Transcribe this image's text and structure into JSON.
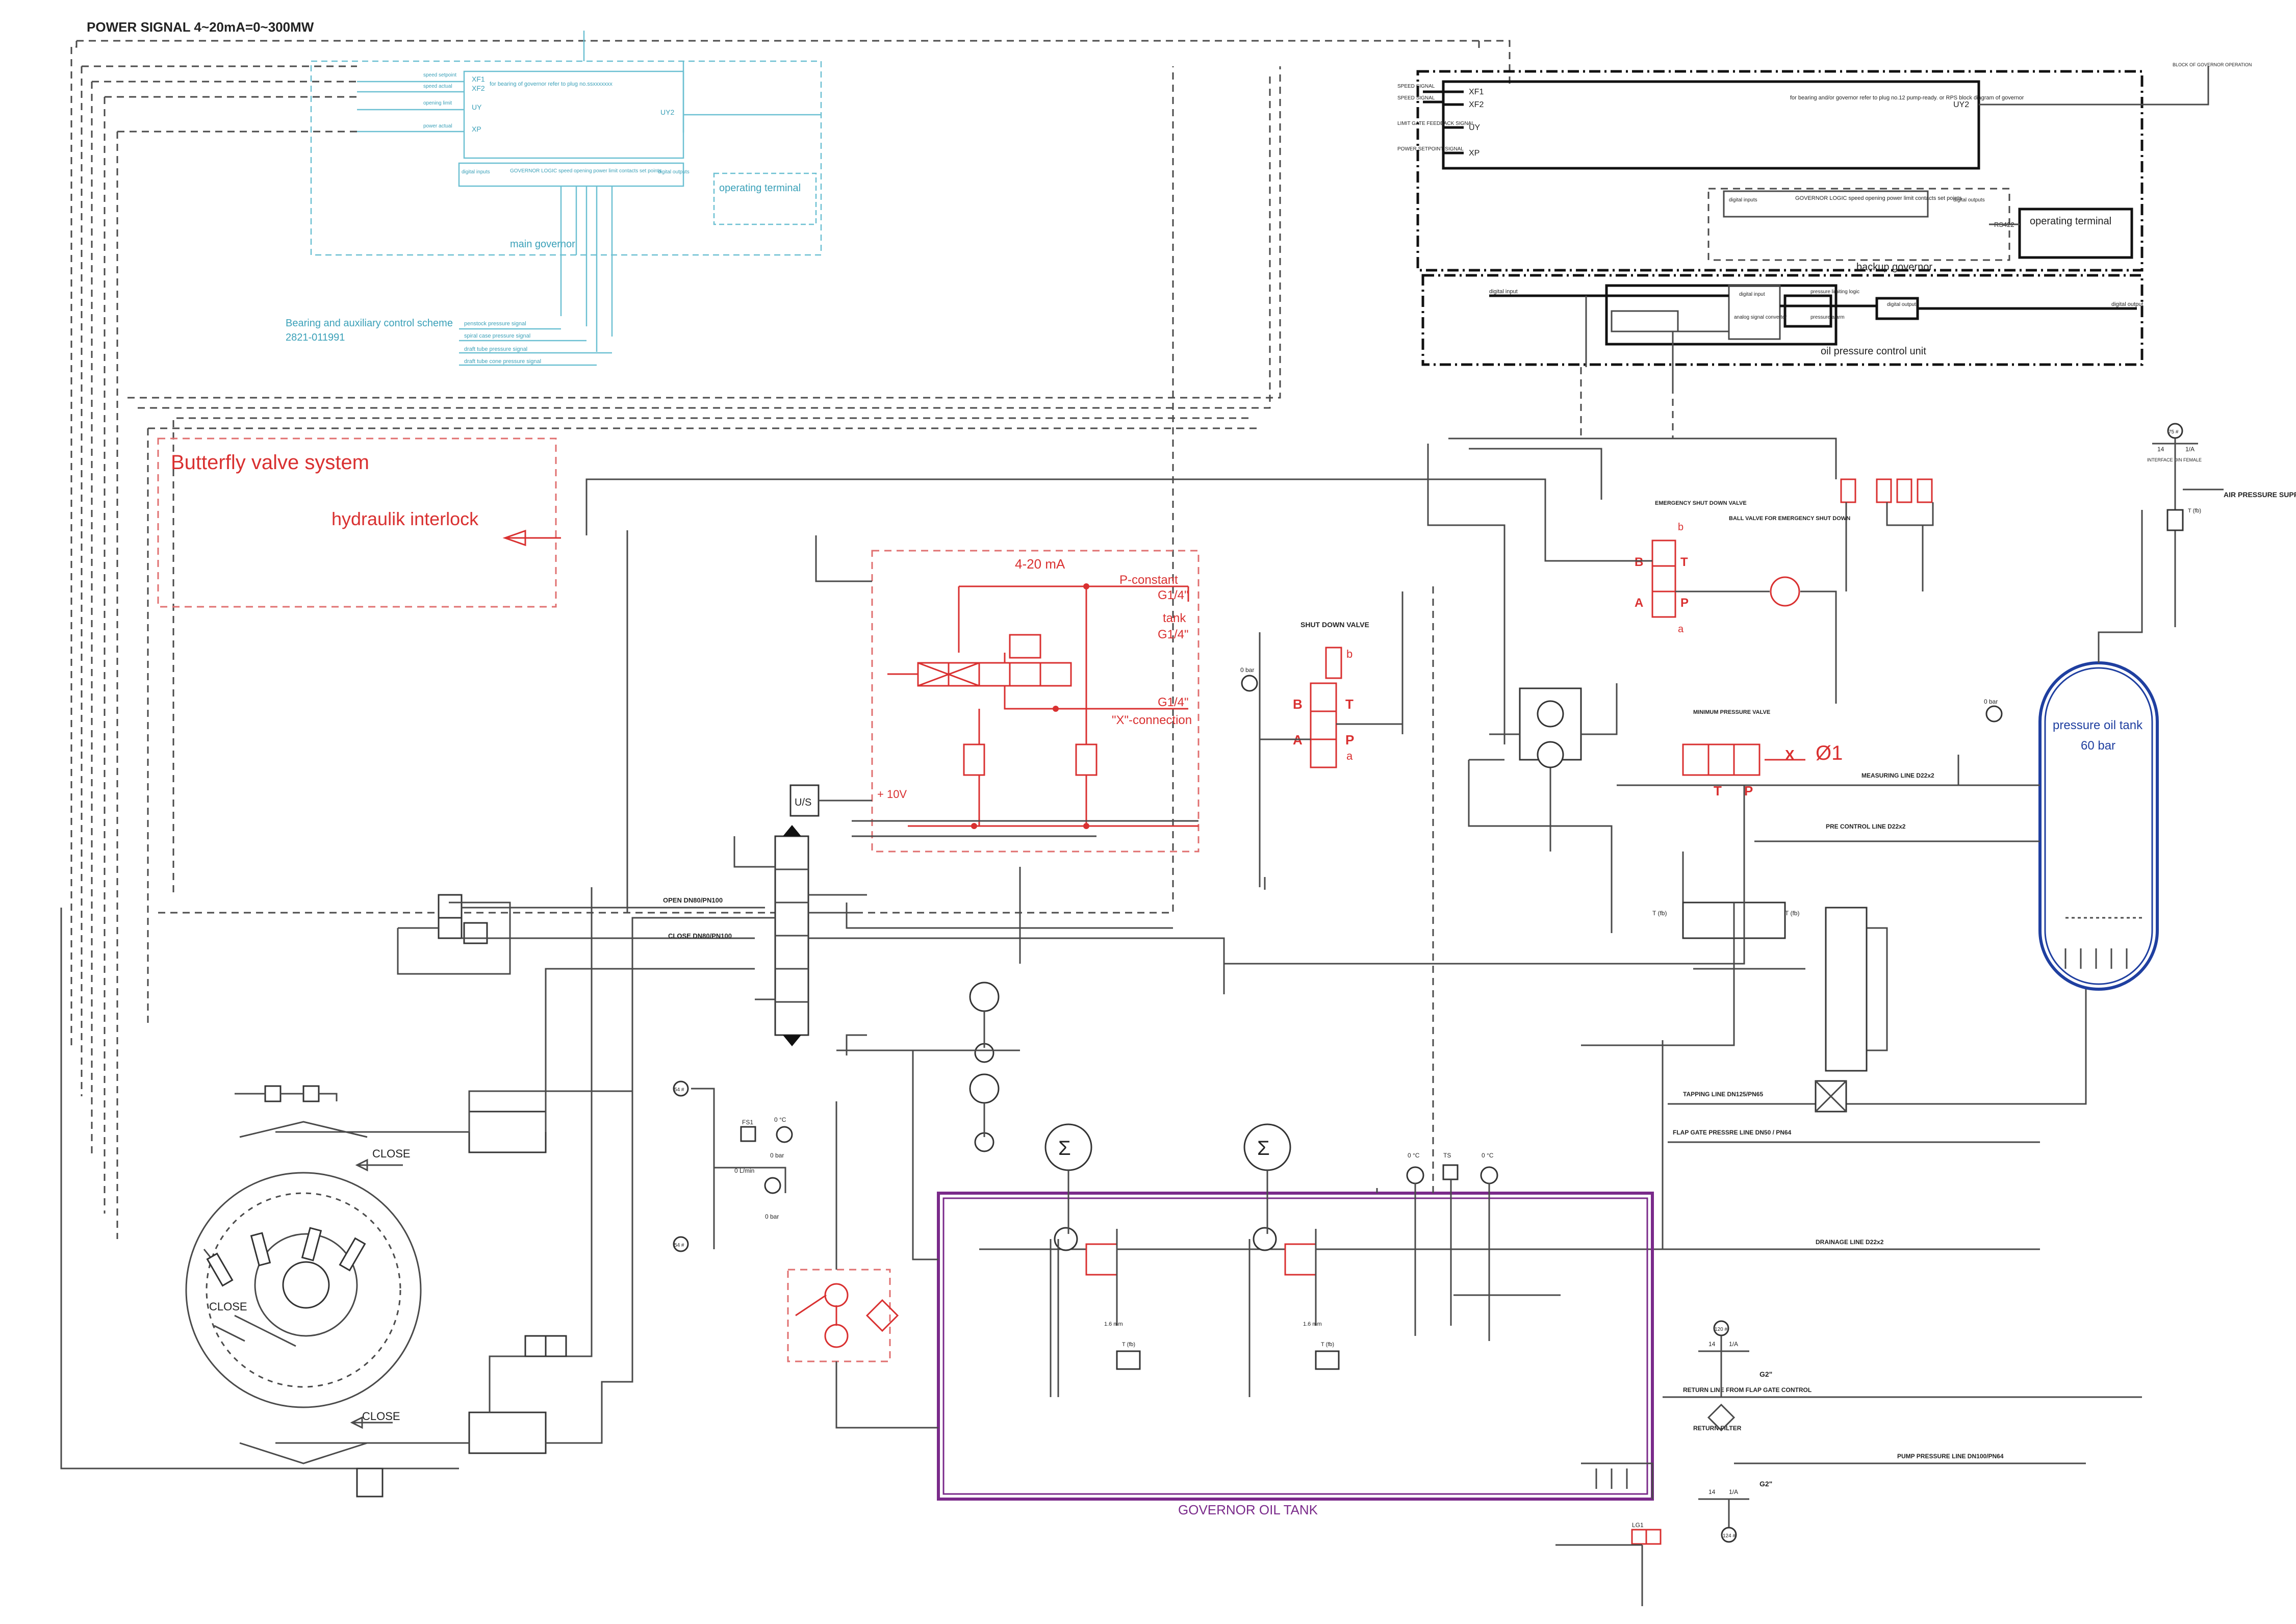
{
  "header": {
    "title": "POWER SIGNAL 4~20mA=0~300MW"
  },
  "main_governor": {
    "label": "main governor",
    "terminal_label": "operating terminal",
    "signals": [
      "speed setpoint",
      "speed actual",
      "opening limit",
      "power actual"
    ],
    "ports": [
      "XF1",
      "XF2",
      "UY",
      "XP"
    ],
    "port_out": "UY2",
    "note": "for bearing of governor refer to plug no.ssxxxxxxx",
    "logic": "GOVERNOR LOGIC speed opening power limit contacts set points",
    "input_label": "digital inputs",
    "output_label": "digital outputs"
  },
  "aux_scheme": {
    "title": "Bearing and auxiliary control scheme",
    "number": "2821-011991",
    "signals": [
      "penstock pressure signal",
      "spiral case pressure signal",
      "draft tube pressure signal",
      "draft tube cone pressure signal"
    ]
  },
  "backup_governor": {
    "label": "backup governor",
    "terminal_label": "operating terminal",
    "ports": [
      "XF1",
      "XF2",
      "UY",
      "XP"
    ],
    "port_out": "UY2",
    "rs_label": "RS422",
    "note": "for bearing and/or governor refer to plug no.12 pump-ready. or RPS block diagram of governor",
    "signals": [
      "SPEED SIGNAL",
      "SPEED SIGNAL",
      "LIMIT GATE FEEDBACK SIGNAL",
      "POWER SETPOINT SIGNAL"
    ],
    "logic": "GOVERNOR LOGIC speed opening power limit contacts set points",
    "input_label": "digital inputs",
    "output_label": "digital outputs",
    "side_label": "BLOCK OF GOVERNOR OPERATION"
  },
  "oil_pressure_unit": {
    "label": "oil pressure control unit",
    "digital_input": "digital input",
    "digital_output": "digital output",
    "blocks": [
      "digital input",
      "analog signal converter",
      "pressure limiting logic",
      "pressure alarm",
      "digital outputs"
    ]
  },
  "butterfly": {
    "title": "Butterfly valve system",
    "interlock": "hydraulik interlock"
  },
  "servo_block": {
    "signal": "4-20 mA",
    "p_constant": "P-constant",
    "g1": "G1/4\"",
    "tank": "tank",
    "g2": "G1/4\"",
    "g3": "G1/4\"",
    "x_conn": "\"X\"-connection",
    "volt": "+ 10V",
    "us": "U/S"
  },
  "valves": {
    "shutdown": "SHUT DOWN VALVE",
    "emergency": "EMERGENCY SHUT DOWN VALVE",
    "ball": "BALL VALVE FOR EMERGENCY SHUT DOWN",
    "minimum": "MINIMUM PRESSURE VALVE",
    "phi": "Ø1"
  },
  "valve_ports": {
    "a": "A",
    "b": "B",
    "p": "P",
    "t": "T",
    "sa": "a",
    "sb": "b"
  },
  "lines": {
    "open": "OPEN DN80/PN100",
    "close": "CLOSE DN80/PN100",
    "measuring": "MEASURING LINE D22x2",
    "pre_control": "PRE CONTROL LINE D22x2",
    "tapping": "TAPPING LINE DN125/PN65",
    "flap_gate": "FLAP GATE PRESSRE LINE DN50 / PN64",
    "drainage": "DRAINAGE LINE D22x2",
    "return_flap": "RETURN LINE FROM FLAP GATE CONTROL",
    "return_filter": "RETURN FILTER",
    "pump_pressure": "PUMP PRESSURE LINE DN100/PN64",
    "g2_a": "G2\"",
    "g2_b": "G2\""
  },
  "tank": {
    "title": "pressure oil tank",
    "pressure": "60 bar"
  },
  "governor_tank": {
    "label": "GOVERNOR OIL TANK"
  },
  "air": {
    "label": "AIR PRESSURE SUPPLY",
    "note": "INTERFACE DIN FEMALE"
  },
  "servomotor": {
    "close_top": "CLOSE",
    "close_mid": "CLOSE",
    "close_bottom": "CLOSE"
  },
  "instruments": {
    "bar0a": "0 bar",
    "bar0b": "0 bar",
    "bar0c": "0 bar",
    "temp_a": "0 °C",
    "temp_b": "0 °C",
    "temp_c": "0 °C",
    "flow": "0 L/min",
    "fs1": "FS1",
    "lg1": "LG1",
    "ts": "TS",
    "t_fb": "T (fb)",
    "t_fb2": "T (fb)",
    "t_fb3": "T (fb)",
    "t_fb4": "T (fb)",
    "t_fb5": "T (fb)",
    "qty_14a": "14",
    "qty_1a": "1/A",
    "qty_14b": "14",
    "qty_1b": "1/A",
    "qty_14c": "14",
    "qty_1c": "1/A",
    "tag_75": "75 #",
    "tag_120": "120 #",
    "tag_124": "124 #",
    "tag_54": "54 #",
    "tag_54b": "54 #",
    "bar_mm": "1.6 mm",
    "bar_mm2": "1.6 mm"
  },
  "colors": {
    "red": "#d93030",
    "cyan": "#6cc0d2",
    "purple": "#7a2a8a",
    "blue": "#1f3fa0"
  }
}
